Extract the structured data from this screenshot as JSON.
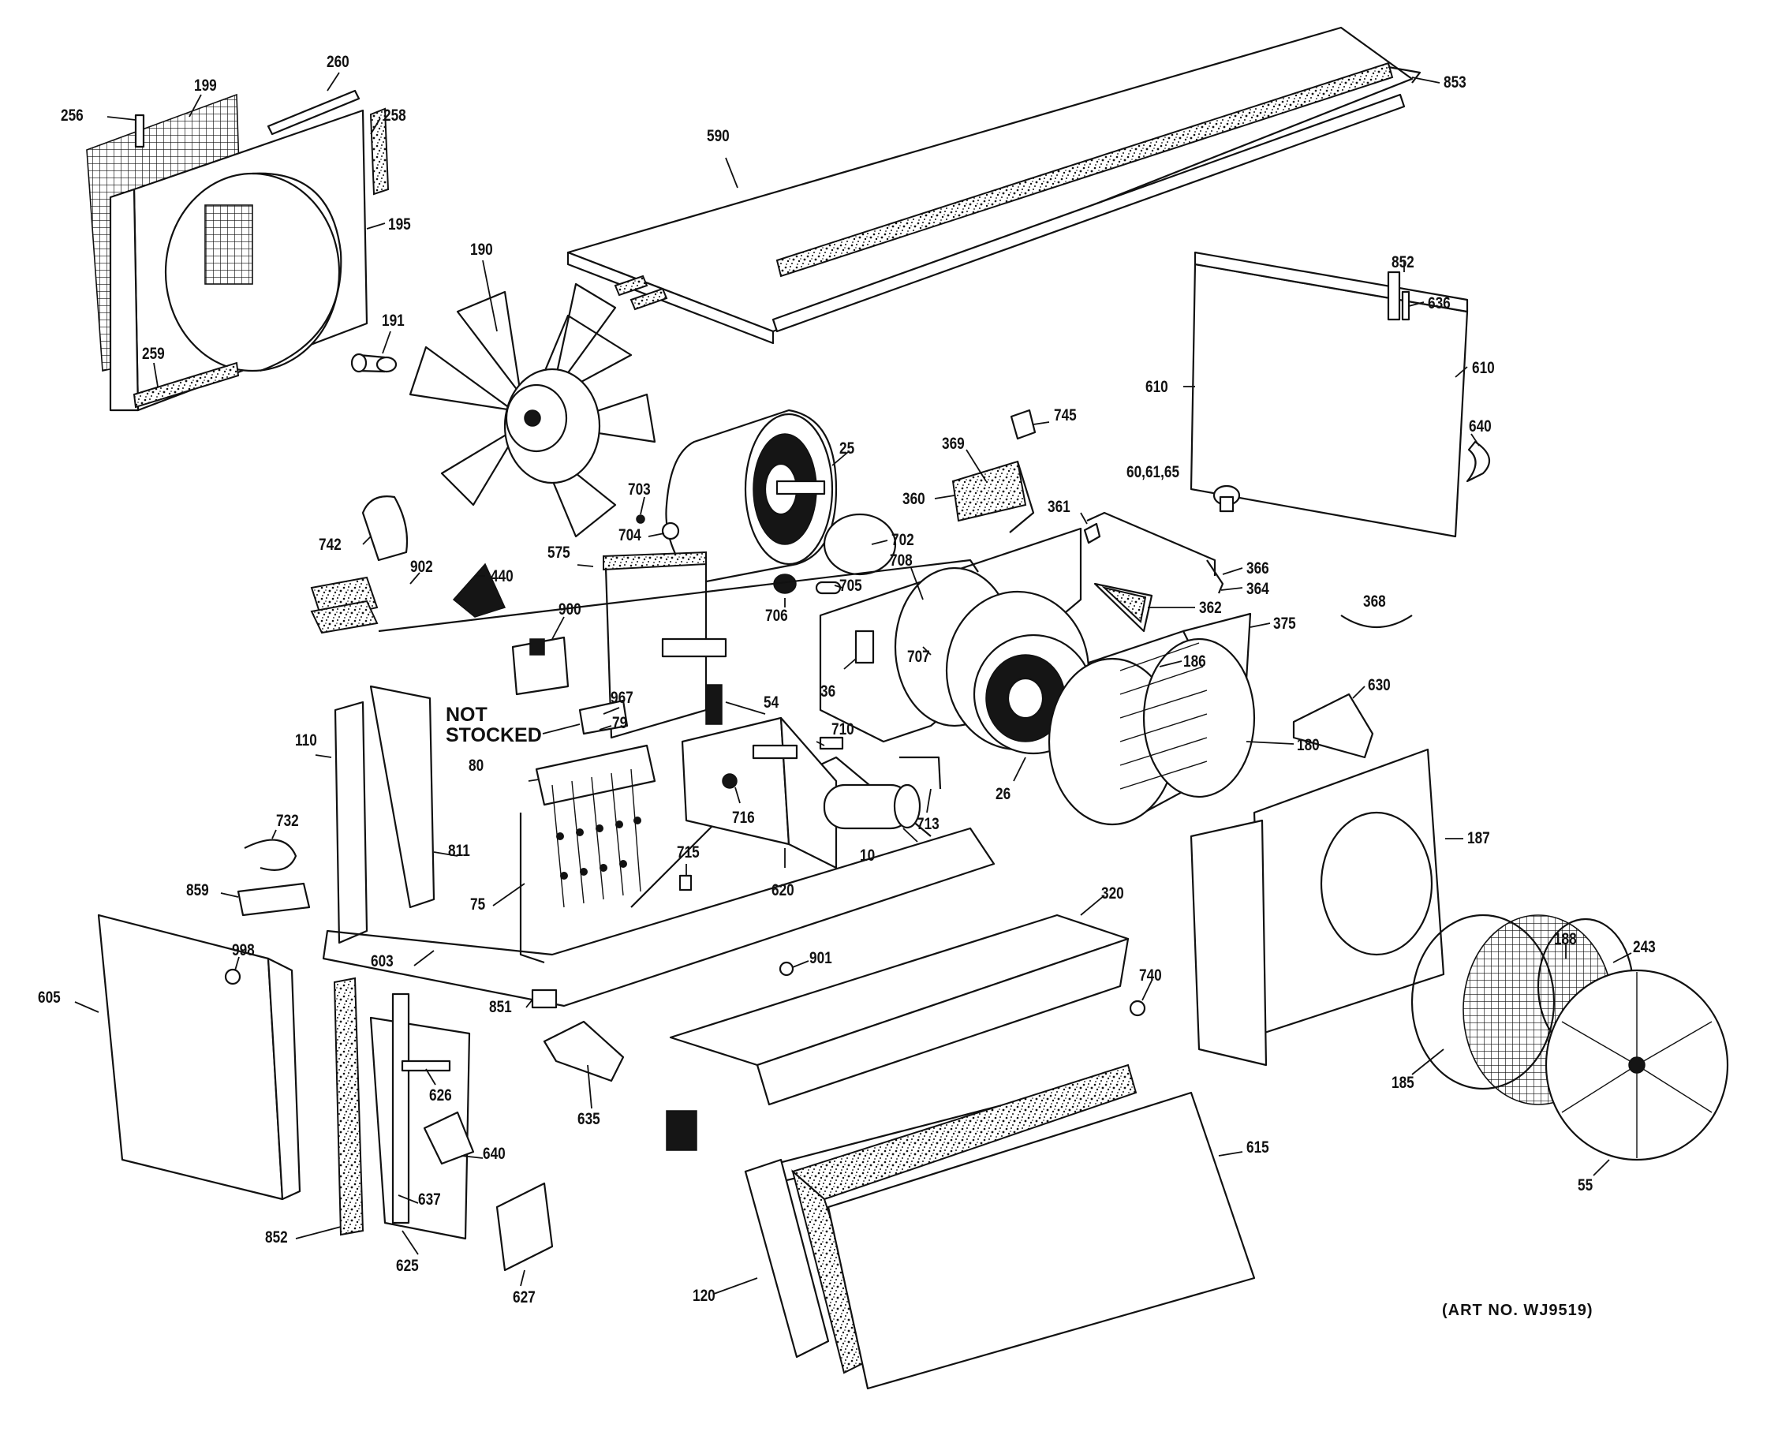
{
  "diagram": {
    "callouts": [
      "256",
      "199",
      "260",
      "258",
      "195",
      "191",
      "259",
      "190",
      "853",
      "590",
      "852",
      "636",
      "610",
      "610",
      "640",
      "60,61,65",
      "745",
      "369",
      "360",
      "361",
      "366",
      "364",
      "362",
      "375",
      "368",
      "186",
      "630",
      "180",
      "187",
      "25",
      "703",
      "704",
      "702",
      "708",
      "705",
      "706",
      "707",
      "575",
      "742",
      "902",
      "440",
      "900",
      "967",
      "79",
      "54",
      "NOT STOCKED",
      "80",
      "110",
      "811",
      "732",
      "859",
      "75",
      "716",
      "710",
      "36",
      "715",
      "713",
      "10",
      "26",
      "620",
      "603",
      "998",
      "605",
      "851",
      "320",
      "901",
      "740",
      "188",
      "243",
      "185",
      "55",
      "635",
      "626",
      "640",
      "637",
      "852",
      "625",
      "627",
      "120",
      "615"
    ],
    "note": "NOT\nSTOCKED",
    "art_number": "(ART NO. WJ9519)"
  }
}
